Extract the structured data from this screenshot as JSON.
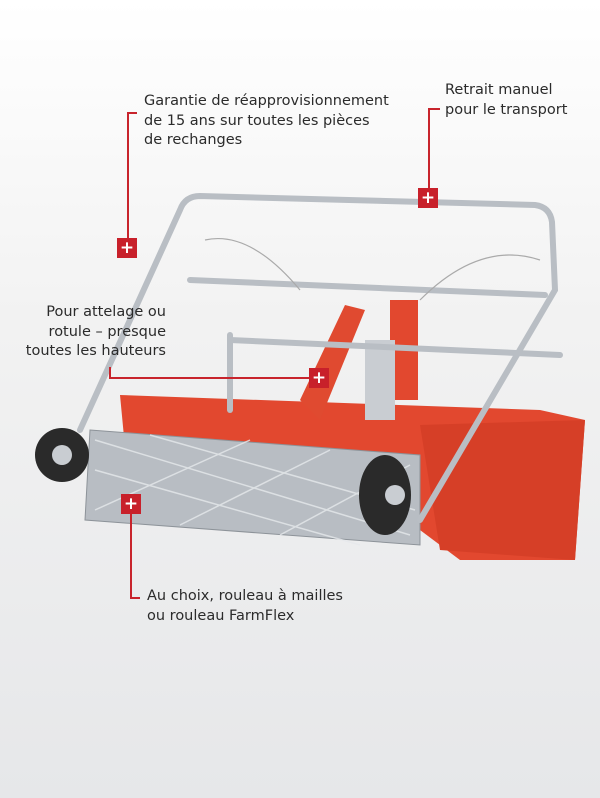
{
  "annotations": [
    {
      "text": "Garantie de réapprovisionnement\nde 15 ans sur toutes les pièces\nde rechanges",
      "marker": "+"
    },
    {
      "text": "Retrait manuel\npour le transport",
      "marker": "+"
    },
    {
      "text": "Pour attelage ou\nrotule – presque\ntoutes les hauteurs",
      "marker": "+"
    },
    {
      "text": "Au choix, rouleau à mailles\nou rouleau FarmFlex",
      "marker": "+"
    }
  ],
  "colors": {
    "accent": "#c8202a",
    "machine_red": "#e2482f",
    "steel": "#c9cdd2"
  }
}
